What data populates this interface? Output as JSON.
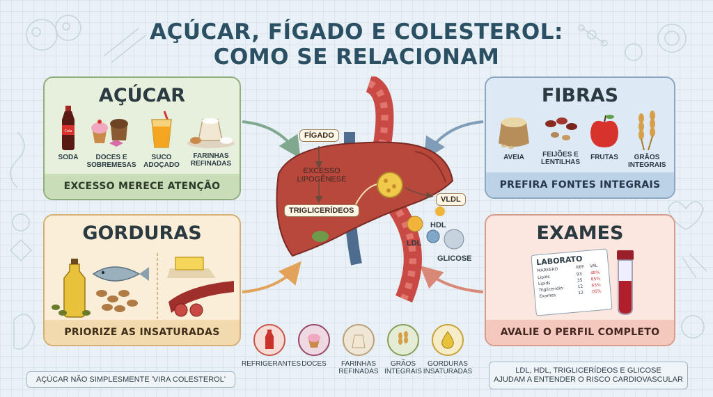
{
  "title_line1": "AÇÚCAR, FÍGADO E COLESTEROL:",
  "title_line2": "COMO SE RELACIONAM",
  "acucar": {
    "title": "AÇÚCAR",
    "items": [
      "SODA",
      "DOCES E SOBREMESAS",
      "SUCO ADOÇADO",
      "FARINHAS REFINADAS"
    ],
    "footer": "EXCESSO MERECE ATENÇÃO"
  },
  "fibras": {
    "title": "FIBRAS",
    "items": [
      "AVEIA",
      "FEIJÕES E LENTILHAS",
      "FRUTAS",
      "GRÃOS INTEGRAIS"
    ],
    "footer": "PREFIRA FONTES INTEGRAIS"
  },
  "gorduras": {
    "title": "GORDURAS",
    "footer": "PRIORIZE AS INSATURADAS"
  },
  "exames": {
    "title": "EXAMES",
    "report_title": "LABORATO",
    "report_cols": [
      "MARKERO",
      "REP.",
      "VAL"
    ],
    "report_rows": [
      [
        "Lipids",
        "93",
        "48%"
      ],
      [
        "Lipids",
        "35",
        "85%"
      ],
      [
        "Trigliceridio:",
        "12",
        "65%"
      ],
      [
        "Exames",
        "12",
        "05%"
      ]
    ],
    "footer": "AVALIE O PERFIL COMPLETO"
  },
  "liver": {
    "figado": "FÍGADO",
    "excesso": "EXCESSO LIPOGÊNESE",
    "triglicerideos": "TRIGLICERÍDEOS",
    "vldl": "VLDL",
    "hdl": "HDL",
    "ldl": "LDL",
    "glicose": "GLICOSE"
  },
  "bottom_icons": [
    "REFRIGERANTES",
    "DOCES",
    "FARINHAS REFINADAS",
    "GRÃOS INTEGRAIS",
    "GORDURAS INSATURADAS"
  ],
  "note_left": "AÇÚCAR NÃO SIMPLESMENTE 'VIRA COLESTEROL'",
  "note_right_line1": "LDL, HDL, TRIGLICERÍDEOS E GLICOSE",
  "note_right_line2": "AJUDAM A ENTENDER O RISCO CARDIOVASCULAR",
  "colors": {
    "title": "#2b5063",
    "acucar_bg": "#e6f0dc",
    "fibras_bg": "#dde9f4",
    "gorduras_bg": "#faeed8",
    "exames_bg": "#fbe6e0",
    "liver": "#b8473c"
  }
}
